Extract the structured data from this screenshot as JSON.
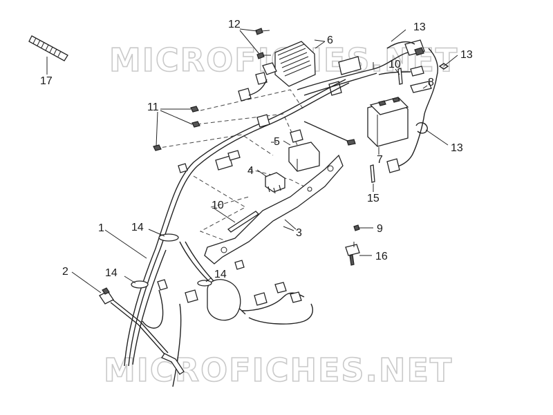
{
  "watermark": {
    "top": "MICROFICHES.NET",
    "bottom": "MICROFICHES.NET"
  },
  "callouts": {
    "c1": "1",
    "c2": "2",
    "c3": "3",
    "c4": "4",
    "c5": "5",
    "c6": "6",
    "c7": "7",
    "c8": "8",
    "c9": "9",
    "c10a": "10",
    "c10b": "10",
    "c11": "11",
    "c12": "12",
    "c13a": "13",
    "c13b": "13",
    "c13c": "13",
    "c14a": "14",
    "c14b": "14",
    "c14c": "14",
    "c15": "15",
    "c16": "16",
    "c17": "17"
  }
}
